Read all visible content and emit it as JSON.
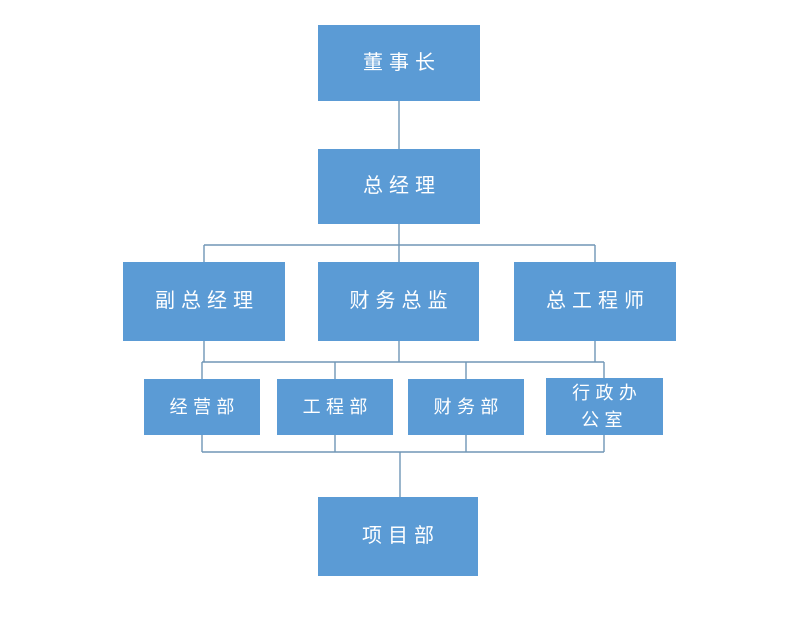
{
  "diagram": {
    "type": "org-chart",
    "title": "",
    "colors": {
      "node_fill": "#5B9BD5",
      "node_text": "#FFFFFF",
      "connector": "#7096B6",
      "background": "#FFFFFF"
    },
    "nodes": [
      {
        "id": "chairman",
        "label": "董事长",
        "level": 1
      },
      {
        "id": "general-manager",
        "label": "总经理",
        "level": 2
      },
      {
        "id": "deputy-general-manager",
        "label": "副总经理",
        "level": 3
      },
      {
        "id": "finance-director",
        "label": "财务总监",
        "level": 3
      },
      {
        "id": "chief-engineer",
        "label": "总工程师",
        "level": 3
      },
      {
        "id": "operations-dept",
        "label": "经营部",
        "level": 4
      },
      {
        "id": "engineering-dept",
        "label": "工程部",
        "level": 4
      },
      {
        "id": "finance-dept",
        "label": "财务部",
        "level": 4
      },
      {
        "id": "admin-office",
        "label": "行政办\n公室",
        "level": 4
      },
      {
        "id": "project-dept",
        "label": "项目部",
        "level": 5
      }
    ],
    "edges": [
      {
        "from": [
          "chairman"
        ],
        "to": [
          "general-manager"
        ]
      },
      {
        "from": [
          "general-manager"
        ],
        "to": [
          "deputy-general-manager",
          "finance-director",
          "chief-engineer"
        ]
      },
      {
        "from": [
          "deputy-general-manager",
          "finance-director",
          "chief-engineer"
        ],
        "to": [
          "operations-dept",
          "engineering-dept",
          "finance-dept",
          "admin-office"
        ]
      },
      {
        "from": [
          "operations-dept",
          "engineering-dept",
          "finance-dept",
          "admin-office"
        ],
        "to": [
          "project-dept"
        ]
      }
    ]
  }
}
